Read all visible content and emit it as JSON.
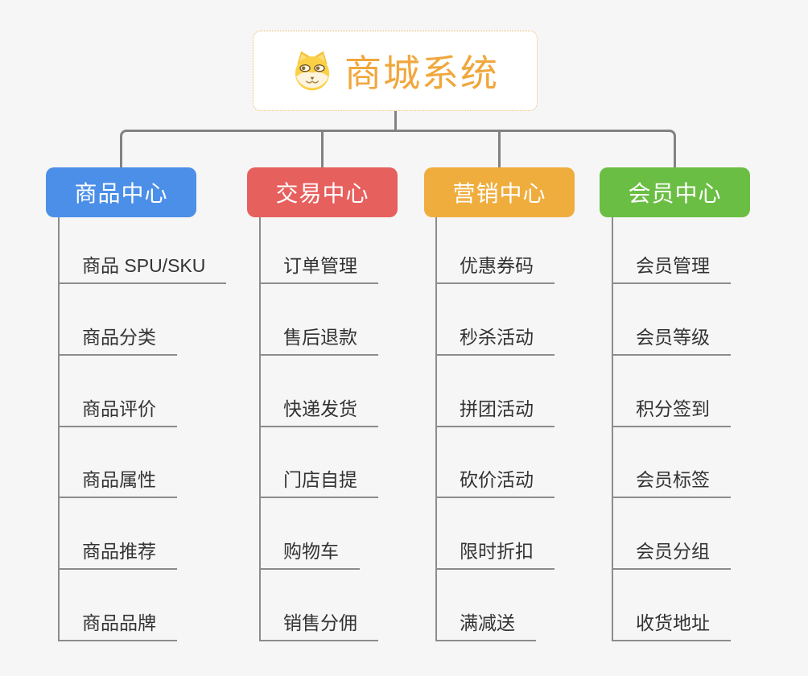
{
  "root": {
    "title": "商城系统",
    "icon": "shiba-dog-icon",
    "title_color": "#F0A73C",
    "border_color": "#ECBB68"
  },
  "branches": [
    {
      "label": "商品中心",
      "color": "#4B8FE8",
      "items": [
        "商品 SPU/SKU",
        "商品分类",
        "商品评价",
        "商品属性",
        "商品推荐",
        "商品品牌"
      ]
    },
    {
      "label": "交易中心",
      "color": "#E6605E",
      "items": [
        "订单管理",
        "售后退款",
        "快递发货",
        "门店自提",
        "购物车",
        "销售分佣"
      ]
    },
    {
      "label": "营销中心",
      "color": "#EFAD3D",
      "items": [
        "优惠券码",
        "秒杀活动",
        "拼团活动",
        "砍价活动",
        "限时折扣",
        "满减送"
      ]
    },
    {
      "label": "会员中心",
      "color": "#6BBE44",
      "items": [
        "会员管理",
        "会员等级",
        "积分签到",
        "会员标签",
        "会员分组",
        "收货地址"
      ]
    }
  ],
  "connector_color": "#828282",
  "background_color": "#F6F6F6"
}
